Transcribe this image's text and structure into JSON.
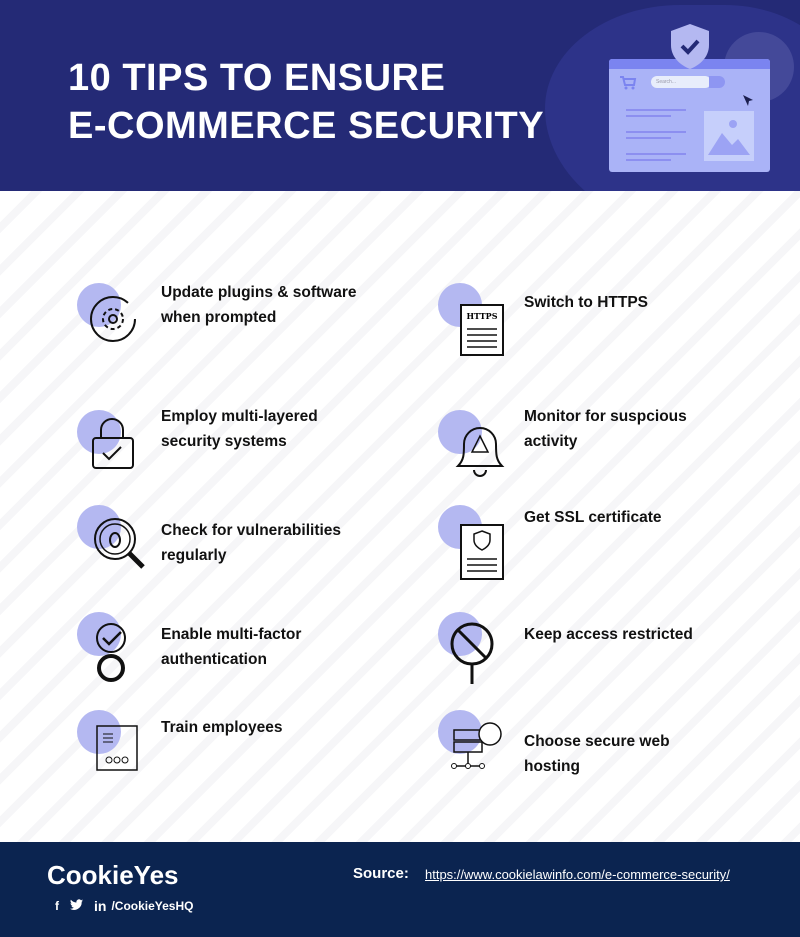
{
  "header": {
    "title_line1": "10 TIPS TO ENSURE",
    "title_line2": "E-COMMERCE SECURITY",
    "search_placeholder": "Search..."
  },
  "tips": [
    {
      "label": "Update plugins & software when prompted",
      "icon": "gear-refresh-icon"
    },
    {
      "label": "Switch to HTTPS",
      "icon": "https-document-icon",
      "badge": "HTTPS"
    },
    {
      "label": "Employ multi-layered security systems",
      "icon": "padlock-icon"
    },
    {
      "label": "Monitor for suspcious activity",
      "icon": "alert-bell-icon"
    },
    {
      "label": "Check for vulnerabilities regularly",
      "icon": "bug-magnifier-icon"
    },
    {
      "label": "Get SSL certificate",
      "icon": "certificate-icon"
    },
    {
      "label": "Enable multi-factor authentication",
      "icon": "check-rings-icon"
    },
    {
      "label": "Keep  access restricted",
      "icon": "restricted-sign-icon"
    },
    {
      "label": "Train employees",
      "icon": "training-board-icon"
    },
    {
      "label": "Choose secure web hosting",
      "icon": "secure-server-icon"
    }
  ],
  "footer": {
    "brand": "CookieYes",
    "handle": "/CookieYesHQ",
    "social": [
      "f",
      "t",
      "in"
    ],
    "source_label": "Source:",
    "source_url": "https://www.cookielawinfo.com/e-commerce-security/"
  }
}
